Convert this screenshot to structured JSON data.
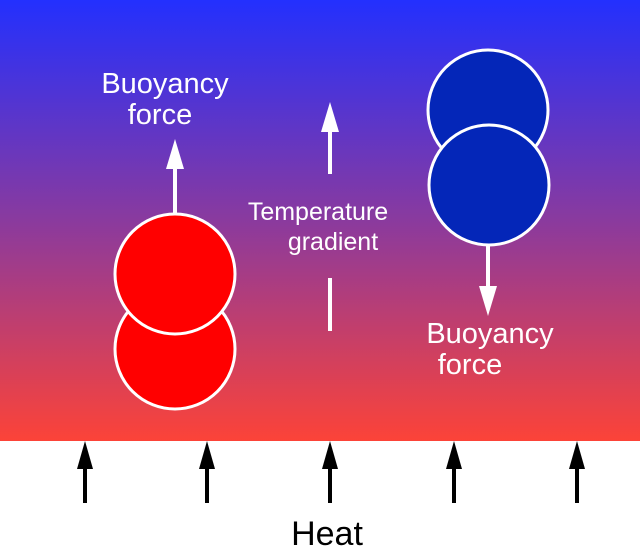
{
  "colors": {
    "gradient_top": "#2330fe",
    "gradient_mid": "#8a3a9e",
    "gradient_bottom": "#fc4338",
    "hot_parcel": "#ff0000",
    "cold_parcel": "#0426b8",
    "outline": "#ffffff",
    "heat_arrow": "#000000"
  },
  "labels": {
    "buoyancy_left_line1": "Buoyancy",
    "buoyancy_left_line2": "force",
    "gradient_line1": "Temperature",
    "gradient_line2": "gradient",
    "buoyancy_right_line1": "Buoyancy",
    "buoyancy_right_line2": "force",
    "heat": "Heat"
  },
  "icons": {
    "hot_parcel": "red-circle-pair",
    "cold_parcel": "blue-circle-pair",
    "heat_arrows": "up-arrow",
    "buoyancy_up": "up-arrow",
    "buoyancy_down": "down-arrow"
  }
}
